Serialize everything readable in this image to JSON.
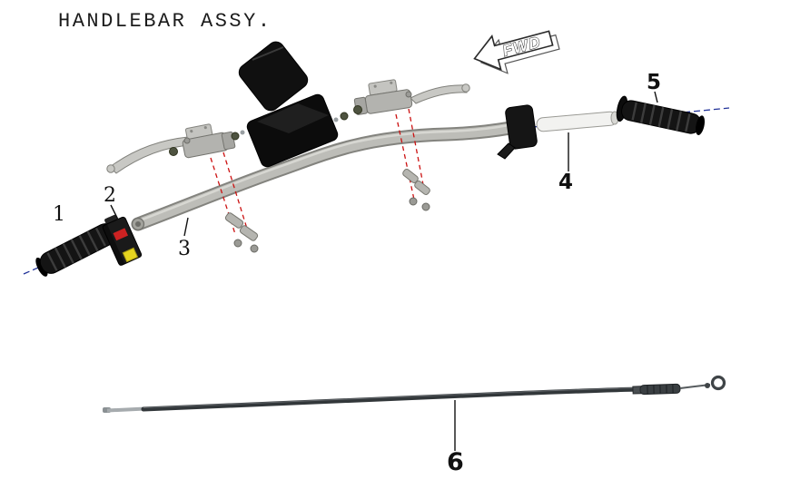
{
  "title": "HANDLEBAR ASSY.",
  "fwd": {
    "label": "FWD"
  },
  "parts": {
    "labels": [
      "1",
      "2",
      "3",
      "4",
      "5",
      "6"
    ]
  },
  "colors": {
    "guide_red": "#cc1111",
    "axis_blue": "#223399",
    "bar_gray": "#bdbdb8",
    "grip_black": "#141414",
    "switch_yellow": "#e6d51f",
    "switch_red": "#cc2222"
  }
}
